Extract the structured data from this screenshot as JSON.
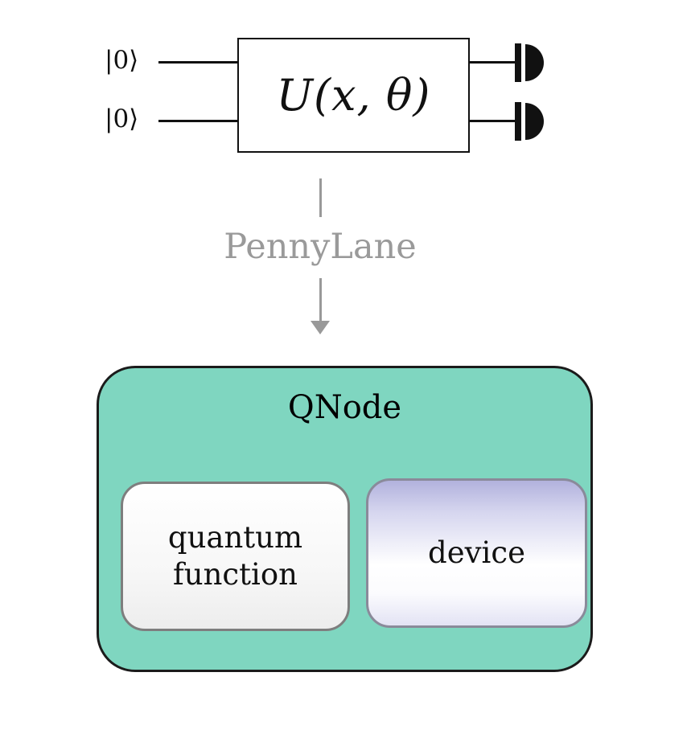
{
  "circuit": {
    "qubit_labels": [
      "|0⟩",
      "|0⟩"
    ],
    "gate_label": "U(x, θ)"
  },
  "pipeline": {
    "label": "PennyLane"
  },
  "qnode": {
    "title": "QNode",
    "quantum_function_label": "quantum function",
    "device_label": "device"
  },
  "colors": {
    "qnode_fill": "#7fd6c0",
    "qnode_border": "#1b1b1b",
    "arrow_gray": "#999999",
    "device_box_top": "#b2b2dd",
    "quantum_function_fill": "#fafafa",
    "wire_black": "#111111"
  }
}
